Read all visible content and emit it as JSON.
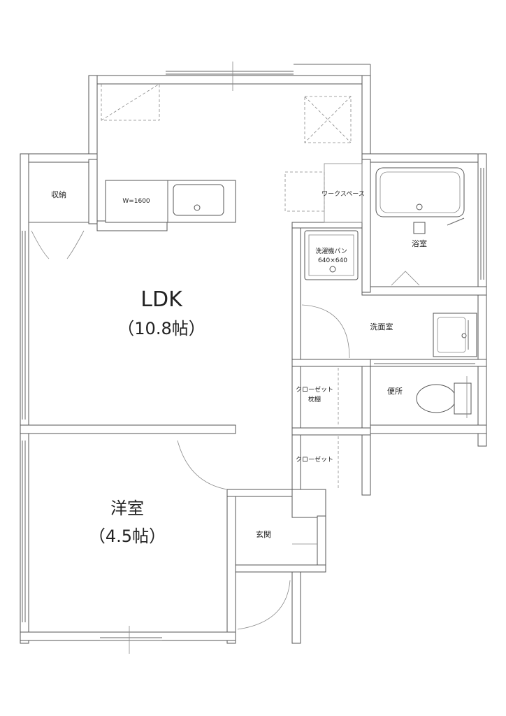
{
  "rooms": {
    "ldk": {
      "name": "LDK",
      "size": "（10.8帖）"
    },
    "western": {
      "name": "洋室",
      "size": "（4.5帖）"
    },
    "storage": "収納",
    "kitchen_width": "W=1600",
    "workspace": "ワークスペース",
    "washer_pan": "洗濯機パン",
    "washer_pan_size": "640×640",
    "bath": "浴室",
    "washroom": "洗面室",
    "closet_shelf": "クローゼット",
    "pillow_shelf": "枕棚",
    "toilet": "便所",
    "closet": "クローゼット",
    "entrance": "玄関"
  }
}
